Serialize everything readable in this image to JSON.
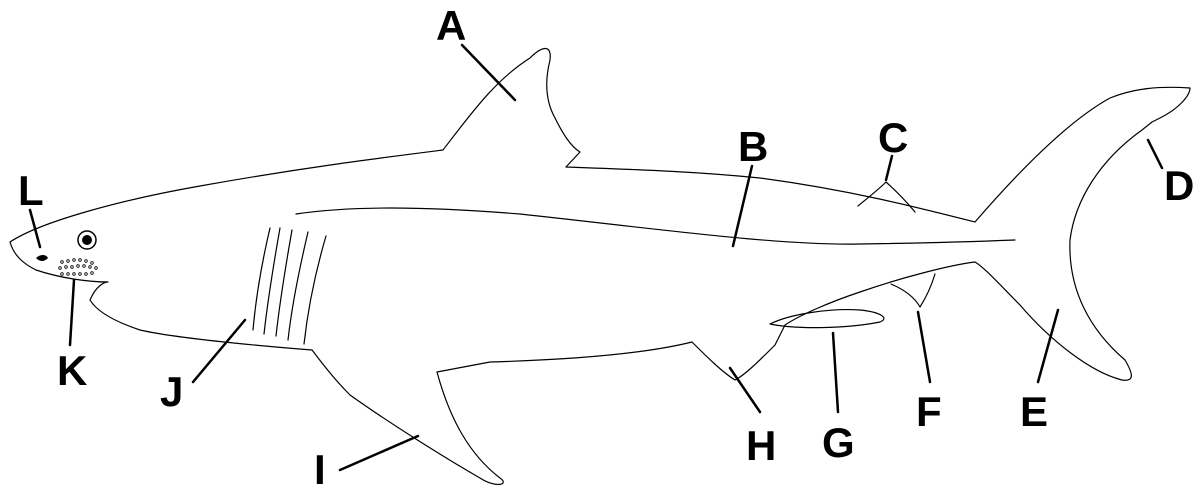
{
  "diagram": {
    "labels": {
      "A": "A",
      "B": "B",
      "C": "C",
      "D": "D",
      "E": "E",
      "F": "F",
      "G": "G",
      "H": "H",
      "I": "I",
      "J": "J",
      "K": "K",
      "L": "L"
    },
    "colors": {
      "stroke": "#000000",
      "background": "#ffffff"
    }
  }
}
